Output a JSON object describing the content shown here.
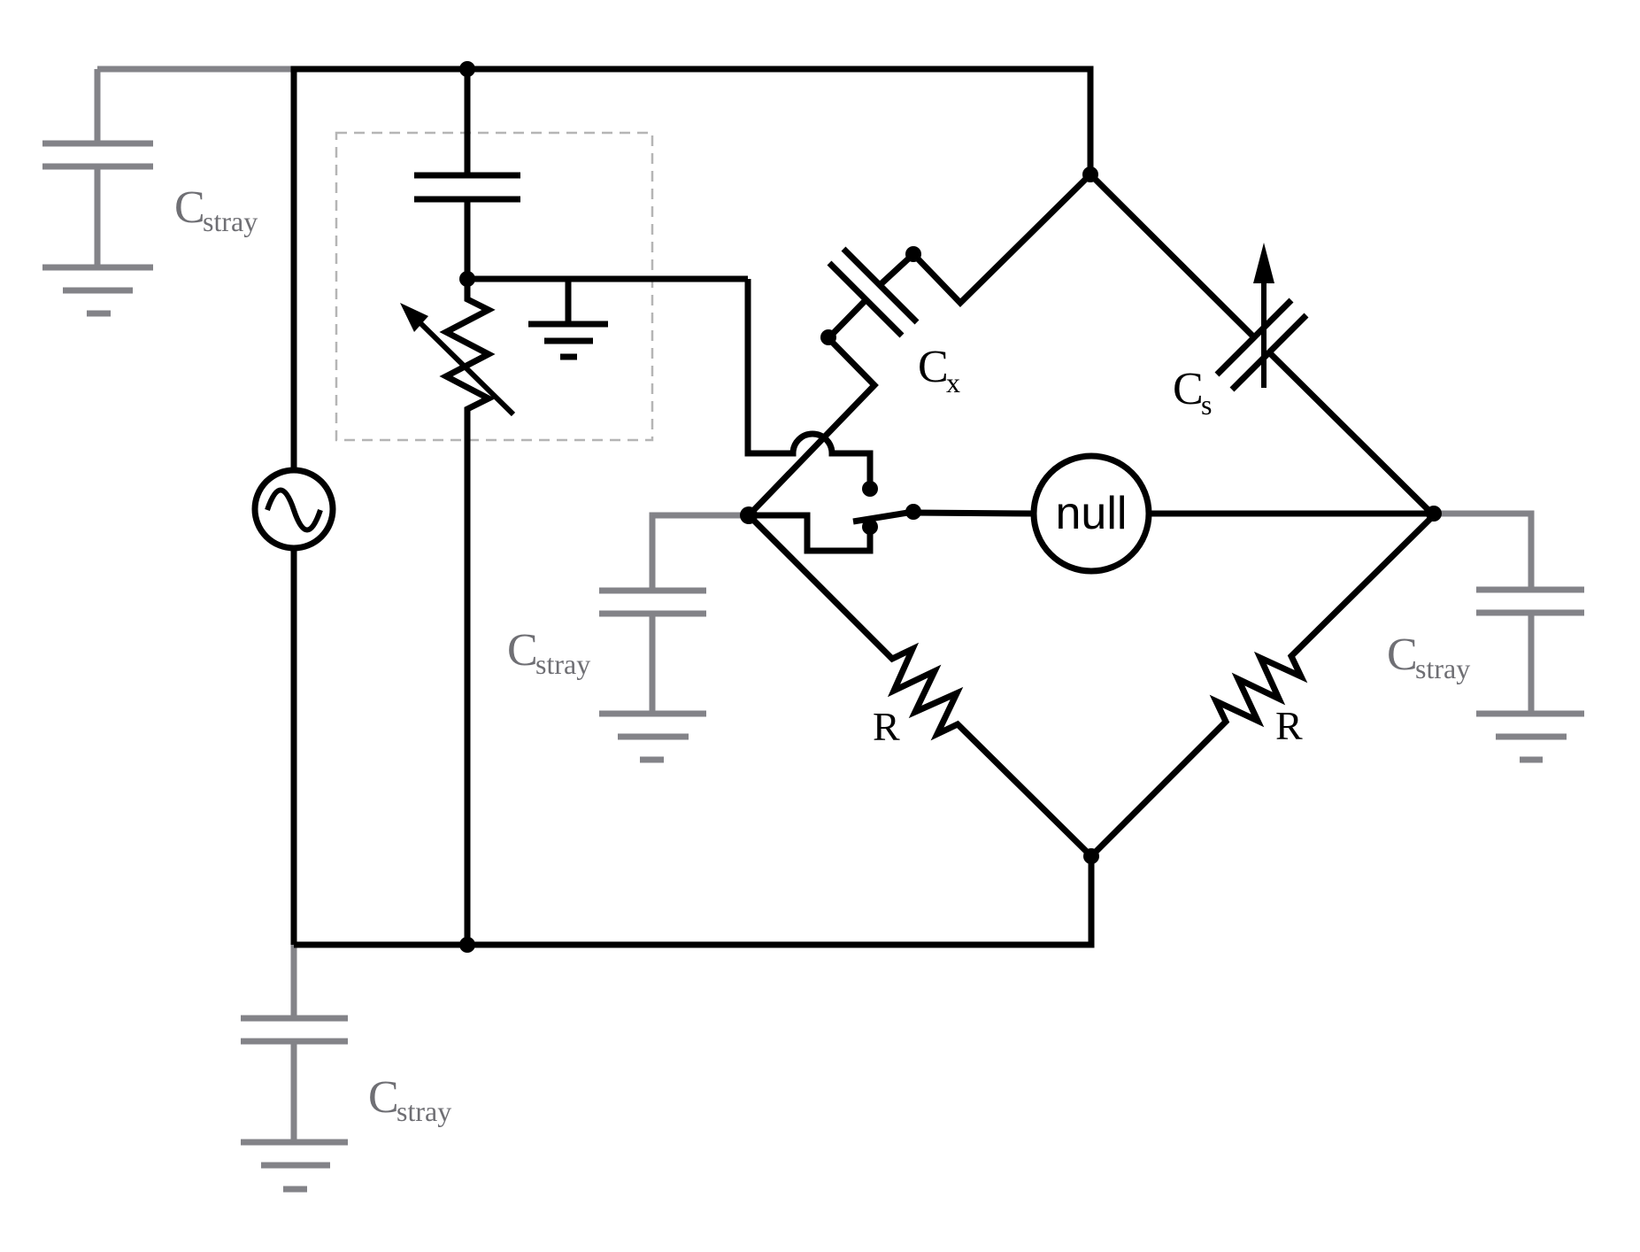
{
  "schematic": {
    "labels": {
      "stray_cap": {
        "main": "C",
        "sub": "stray"
      },
      "unknown_cap": {
        "main": "C",
        "sub": "x"
      },
      "standard_cap": {
        "main": "C",
        "sub": "s"
      },
      "resistor": "R",
      "null_detector": "null"
    },
    "colors": {
      "wire": "#000000",
      "stray_wire": "#838388",
      "stray_label": "#6f6f74",
      "dashed_box": "#b5b5b5",
      "background": "#ffffff"
    }
  }
}
